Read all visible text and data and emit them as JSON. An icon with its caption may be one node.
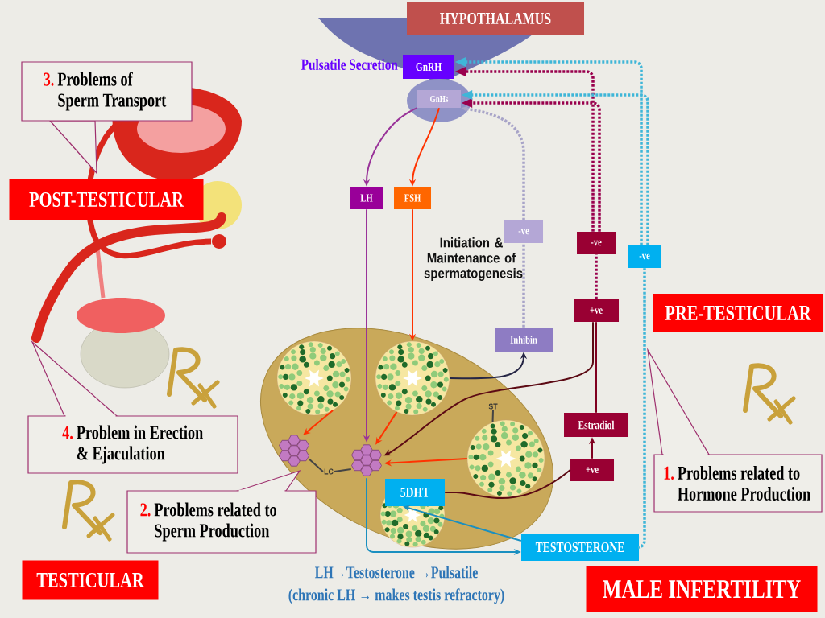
{
  "diagram": {
    "nodes": [
      {
        "text": [
          "HYPOTHALAMUS"
        ]
      },
      {
        "text": [
          "GnRH"
        ]
      },
      {
        "text": [
          "GnHs"
        ]
      },
      {
        "text": [
          "LH"
        ]
      },
      {
        "text": [
          "FSH"
        ]
      },
      {
        "text": [
          "-ve"
        ]
      },
      {
        "text": [
          "-ve"
        ]
      },
      {
        "text": [
          "-ve"
        ]
      },
      {
        "text": [
          "+ve"
        ]
      },
      {
        "text": [
          "Inhibin"
        ]
      },
      {
        "text": [
          "Estradiol"
        ]
      },
      {
        "text": [
          "+ve"
        ]
      },
      {
        "text": [
          "5DHT"
        ]
      },
      {
        "text": [
          "TESTOSTERONE"
        ]
      },
      {
        "text": [
          "POST-TESTICULAR"
        ]
      },
      {
        "text": [
          "PRE-TESTICULAR"
        ]
      },
      {
        "text": [
          "TESTICULAR"
        ]
      },
      {
        "text": [
          "MALE INFERTILITY"
        ]
      },
      {
        "text": [
          "3.",
          "Problems of Sperm Transport"
        ]
      },
      {
        "text": [
          "4.",
          "Problem in Erection & Ejaculation"
        ]
      },
      {
        "text": [
          "2.",
          "Problems related to Sperm Production"
        ]
      },
      {
        "text": [
          "1.",
          "Problems related to Hormone Production"
        ]
      },
      {
        "text": [],
        "shape": "picture"
      },
      {
        "text": [],
        "shape": "picture"
      },
      {
        "text": [],
        "shape": "picture"
      },
      {
        "text": [],
        "shape": "picture"
      },
      {
        "text": [],
        "shape": "picture"
      },
      {
        "text": [
          "LC"
        ]
      },
      {
        "text": [
          "ST"
        ]
      }
    ],
    "edges": [
      {
        "from": 2,
        "to": 3,
        "arrow": "to",
        "color": "#993399"
      },
      {
        "from": 2,
        "to": 4,
        "arrow": "to",
        "color": "#FF3300"
      },
      {
        "from": 3,
        "to": 26,
        "arrow": "to",
        "color": "#993399"
      },
      {
        "from": 4,
        "to": 23,
        "arrow": "to",
        "color": "#FF3300"
      },
      {
        "from": 23,
        "to": 9,
        "arrow": "to",
        "color": "#262645"
      },
      {
        "from": 9,
        "to": 5,
        "arrow": "none",
        "style": "dashed",
        "color": "#A8A4C8"
      },
      {
        "from": 5,
        "to": 2,
        "arrow": "to",
        "style": "dashed",
        "color": "#A8A4C8"
      },
      {
        "from": 10,
        "to": 8,
        "arrow": "none",
        "color": "#800020"
      },
      {
        "from": 8,
        "to": 6,
        "arrow": "none",
        "style": "dashed",
        "color": "#99004D"
      },
      {
        "from": 6,
        "to": 1,
        "arrow": "to",
        "style": "dashed",
        "color": "#99004D"
      },
      {
        "from": 6,
        "to": 2,
        "arrow": "to",
        "style": "dashed",
        "color": "#99004D"
      },
      {
        "from": 8,
        "to": 26,
        "arrow": "to",
        "color": "#5C0A14"
      },
      {
        "from": 11,
        "to": 10,
        "arrow": "to",
        "color": "#800020"
      },
      {
        "from": 12,
        "to": 11,
        "arrow": "none",
        "color": "#5C0A14"
      },
      {
        "from": 26,
        "to": 13,
        "arrow": "to",
        "color": "#1A8FC0"
      },
      {
        "from": 13,
        "to": 12,
        "arrow": "to",
        "color": "#1A8FC0"
      },
      {
        "from": 13,
        "to": 7,
        "arrow": "none",
        "style": "dashed",
        "color": "#3FB6D8"
      },
      {
        "from": 7,
        "to": 1,
        "arrow": "to",
        "style": "dashed",
        "color": "#3FB6D8"
      },
      {
        "from": 7,
        "to": 2,
        "arrow": "to",
        "style": "dashed",
        "color": "#3FB6D8"
      },
      {
        "from": 22,
        "to": 25,
        "arrow": "to",
        "color": "#FF3300"
      },
      {
        "from": 23,
        "to": 26,
        "arrow": "to",
        "color": "#FF3300"
      },
      {
        "from": 24,
        "to": 26,
        "arrow": "to",
        "color": "#FF3300"
      },
      {
        "from": 27,
        "to": 25,
        "arrow": "none",
        "color": "#444444"
      },
      {
        "from": 27,
        "to": 26,
        "arrow": "none",
        "color": "#444444"
      },
      {
        "from": 28,
        "to": 24,
        "arrow": "none",
        "color": "#444444"
      }
    ],
    "labels": [
      "Pulsatile Secretion",
      "Initiation & Maintenance of spermatogenesis",
      "LH→Testosterone →Pulsatile",
      "(chronic LH → makes testis refractory)"
    ]
  }
}
